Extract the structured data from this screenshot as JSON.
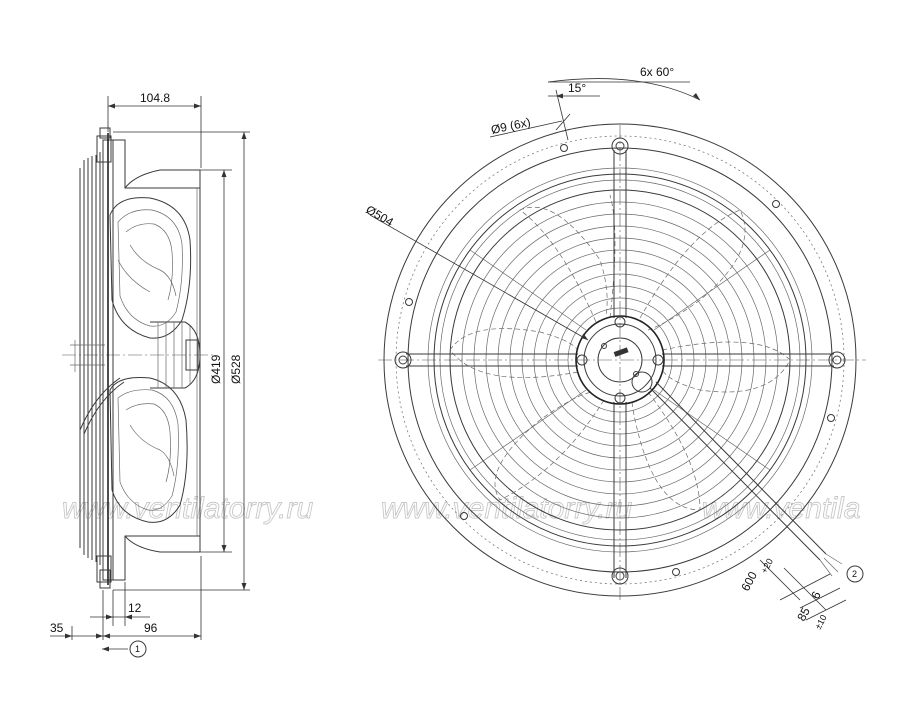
{
  "watermark": {
    "text_1": "www.ventilatorry.ru",
    "text_2": "www.ventilatorry.ru",
    "text_3": "www.ventila"
  },
  "side_view": {
    "dim_depth": "104.8",
    "dim_inner_diameter": "Ø419",
    "dim_outer_diameter": "Ø528",
    "dim_hub_offset": "12",
    "dim_flange": "35",
    "dim_body": "96",
    "view_marker": "1"
  },
  "front_view": {
    "dim_bolt_circle": "Ø504",
    "dim_holes": "Ø9 (6x)",
    "dim_hole_angle": "15°",
    "dim_hole_pitch": "6x 60°",
    "dim_cable_length": "600",
    "dim_cable_length_tol": "+20",
    "dim_strip": "6",
    "dim_strip2": "85",
    "dim_strip2_tol": "±10",
    "view_marker": "2"
  }
}
